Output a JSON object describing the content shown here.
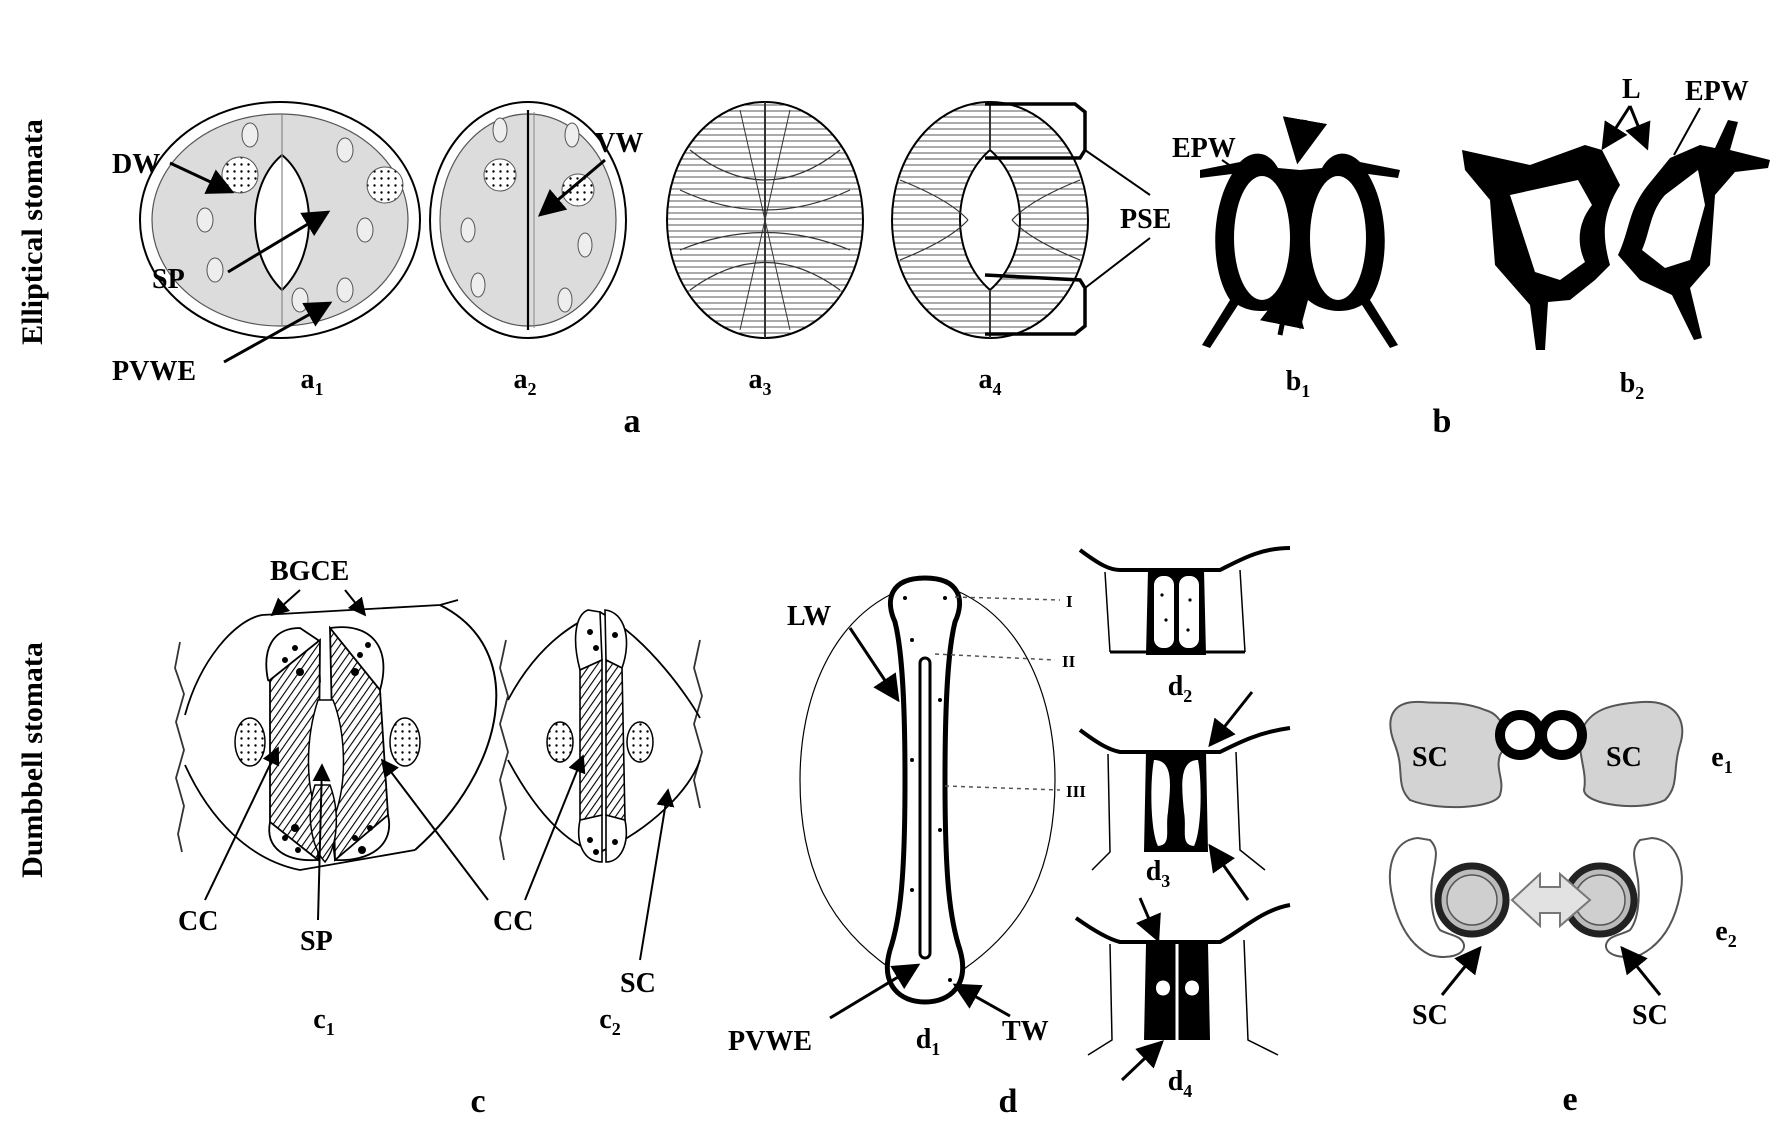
{
  "rows": {
    "elliptical": "Elliptical stomata",
    "dumbbell": "Dumbbell stomata"
  },
  "panels": {
    "a": "a",
    "b": "b",
    "c": "c",
    "d": "d",
    "e": "e"
  },
  "subpanels": {
    "a1": {
      "base": "a",
      "sub": "1"
    },
    "a2": {
      "base": "a",
      "sub": "2"
    },
    "a3": {
      "base": "a",
      "sub": "3"
    },
    "a4": {
      "base": "a",
      "sub": "4"
    },
    "b1": {
      "base": "b",
      "sub": "1"
    },
    "b2": {
      "base": "b",
      "sub": "2"
    },
    "c1": {
      "base": "c",
      "sub": "1"
    },
    "c2": {
      "base": "c",
      "sub": "2"
    },
    "d1": {
      "base": "d",
      "sub": "1"
    },
    "d2": {
      "base": "d",
      "sub": "2"
    },
    "d3": {
      "base": "d",
      "sub": "3"
    },
    "d4": {
      "base": "d",
      "sub": "4"
    },
    "e1": {
      "base": "e",
      "sub": "1"
    },
    "e2": {
      "base": "e",
      "sub": "2"
    }
  },
  "annotations": {
    "dw": "DW",
    "sp_a": "SP",
    "pvwe_a": "PVWE",
    "vw": "VW",
    "pse": "PSE",
    "epw_b1": "EPW",
    "l": "L",
    "epw_b2": "EPW",
    "bgce": "BGCE",
    "cc_c1": "CC",
    "sp_c": "SP",
    "cc_c2": "CC",
    "sc_c": "SC",
    "lw": "LW",
    "pvwe_d": "PVWE",
    "tw": "TW",
    "sc_e1_left": "SC",
    "sc_e1_right": "SC",
    "sc_e2_left": "SC",
    "sc_e2_right": "SC"
  },
  "section_marks": [
    "I",
    "II",
    "III"
  ],
  "colors": {
    "ink": "#000000",
    "cell_fill": "#dcdcdc",
    "subsidiary_fill": "#d3d3d3",
    "arrow_fill": "#e2e2e2"
  }
}
